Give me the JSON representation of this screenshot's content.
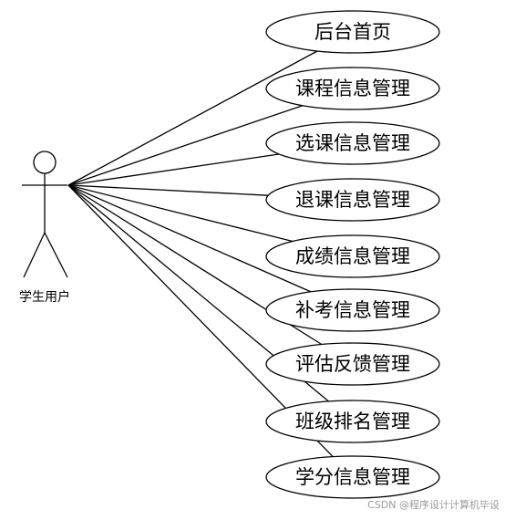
{
  "diagram": {
    "actor": {
      "name": "学生用户"
    },
    "use_cases": [
      {
        "label": "后台首页"
      },
      {
        "label": "课程信息管理"
      },
      {
        "label": "选课信息管理"
      },
      {
        "label": "退课信息管理"
      },
      {
        "label": "成绩信息管理"
      },
      {
        "label": "补考信息管理"
      },
      {
        "label": "评估反馈管理"
      },
      {
        "label": "班级排名管理"
      },
      {
        "label": "学分信息管理"
      }
    ]
  },
  "watermark": "CSDN @程序设计计算机毕设"
}
